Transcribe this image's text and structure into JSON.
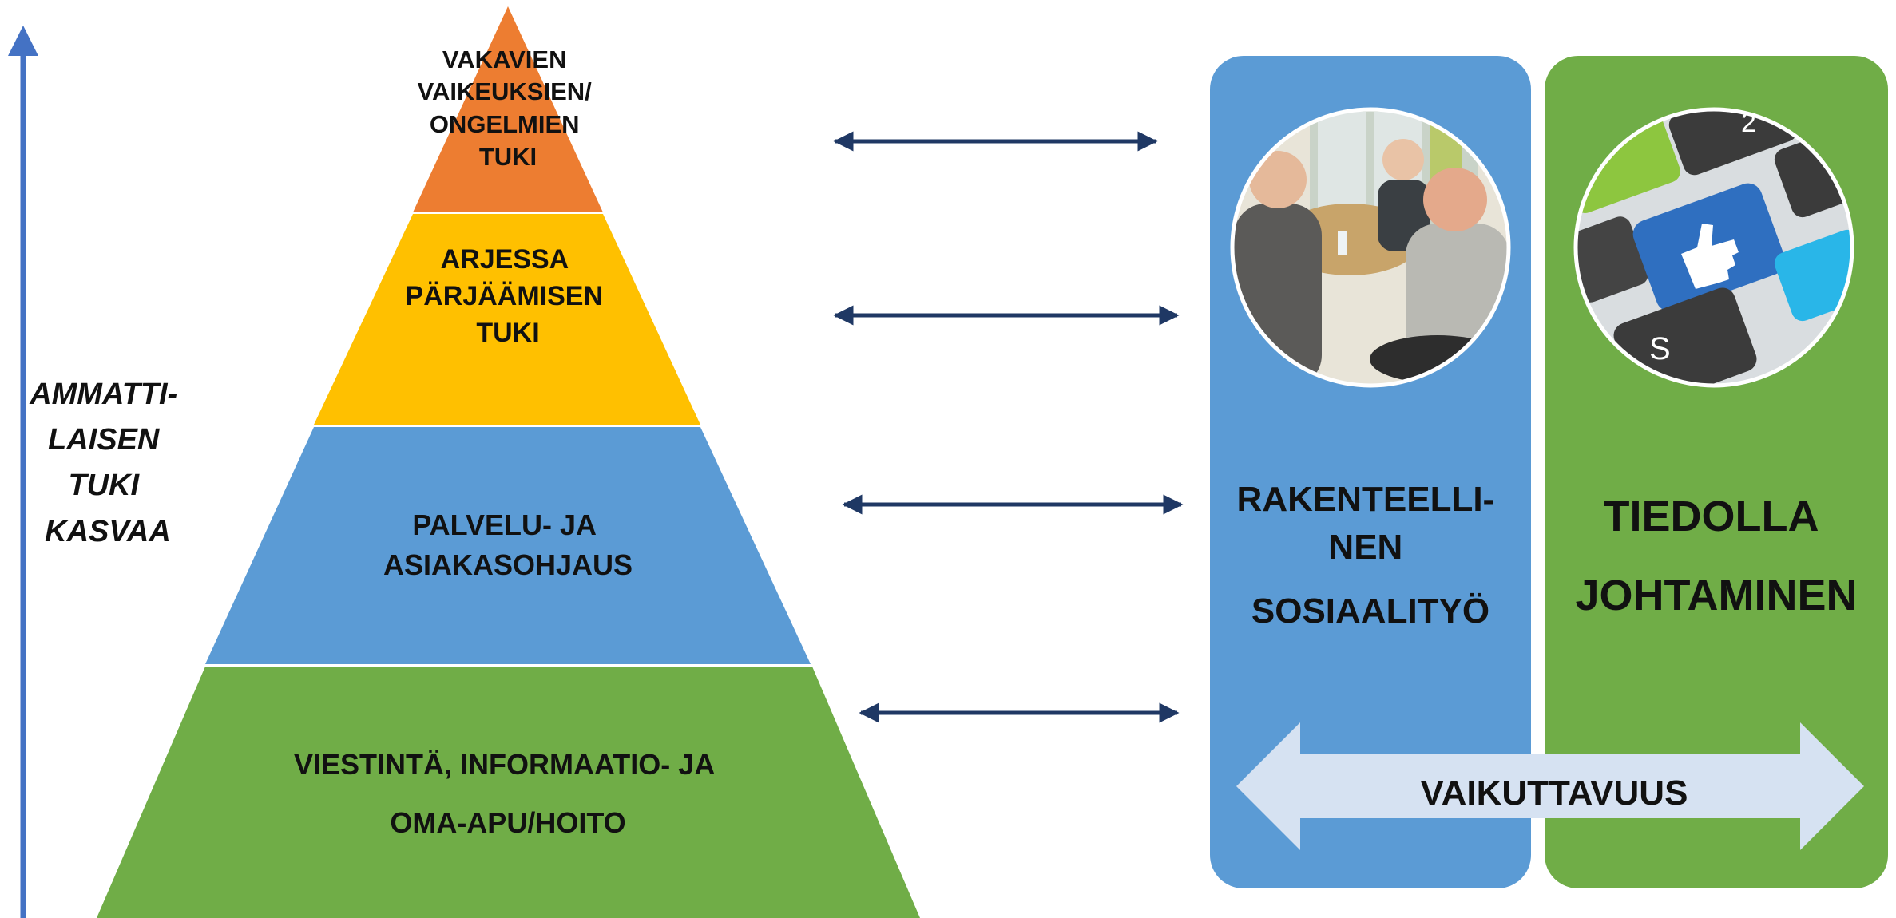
{
  "side_label": {
    "lines": [
      "AMMATTI-",
      "LAISEN",
      "TUKI",
      "KASVAA"
    ]
  },
  "pyramid": {
    "levels": [
      {
        "id": "top",
        "lines": [
          "VAKAVIEN",
          "VAIKEUKSIEN/",
          "ONGELMIEN",
          "TUKI"
        ],
        "color": "#ED7D31"
      },
      {
        "id": "second",
        "lines": [
          "ARJESSA",
          "PÄRJÄÄMISEN",
          "TUKI"
        ],
        "color": "#FFC000"
      },
      {
        "id": "third",
        "lines": [
          "PALVELU- JA",
          "ASIAKASOHJAUS"
        ],
        "color": "#5B9BD5"
      },
      {
        "id": "base",
        "lines": [
          "VIESTINTÄ, INFORMAATIO- JA",
          "OMA-APU/HOITO"
        ],
        "color": "#70AD47"
      }
    ]
  },
  "panels": {
    "social_work": {
      "lines": [
        "RAKENTEELLI-",
        "NEN",
        "SOSIAALITYÖ"
      ],
      "color": "#5B9BD5",
      "image": "elderly-people-at-table-photo"
    },
    "knowledge_management": {
      "lines": [
        "TIEDOLLA",
        "JOHTAMINEN"
      ],
      "color": "#70AD47",
      "image": "thumbs-up-keyboard-photo"
    }
  },
  "impact_arrow": {
    "label": "VAIKUTTAVUUS",
    "color": "#D6E2F2"
  },
  "colors": {
    "axis_arrow": "#4472C4",
    "connector_arrows": "#1F3864"
  }
}
